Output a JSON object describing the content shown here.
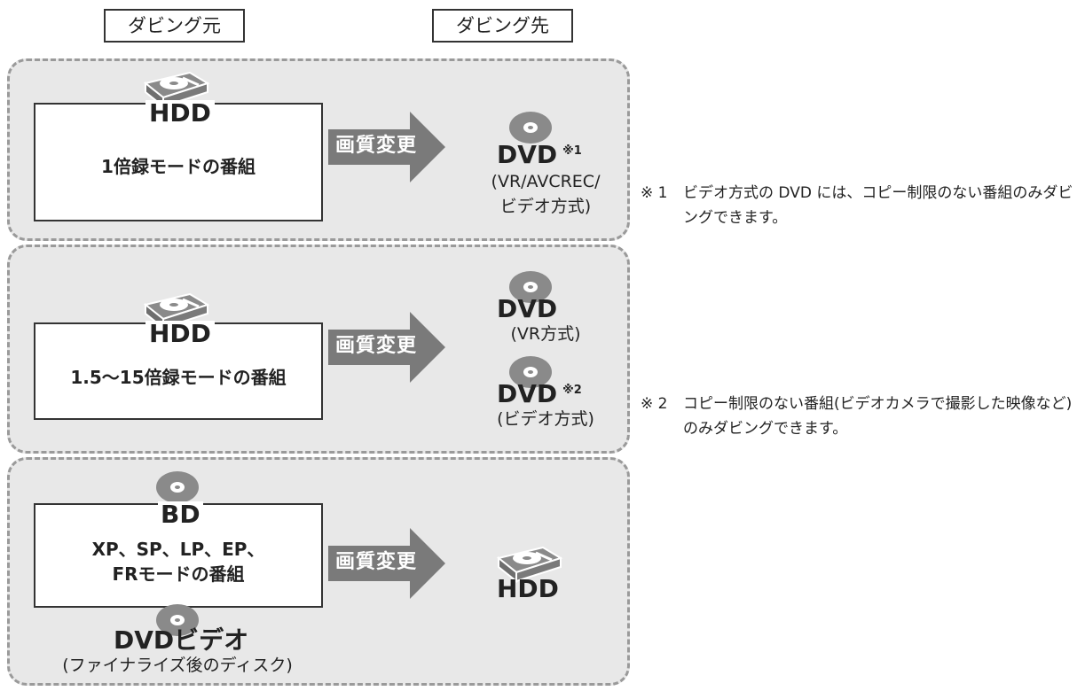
{
  "headers": {
    "source": "ダビング元",
    "destination": "ダビング先"
  },
  "arrow_label": "画質変更",
  "rows": [
    {
      "source_media": "HDD",
      "source_program": "1倍録モードの番組",
      "destinations": [
        {
          "media": "DVD",
          "note_mark": "※1",
          "format_line1": "(VR/AVCREC/",
          "format_line2": "ビデオ方式)"
        }
      ]
    },
    {
      "source_media": "HDD",
      "source_program": "1.5〜15倍録モードの番組",
      "destinations": [
        {
          "media": "DVD",
          "format": "(VR方式)"
        },
        {
          "media": "DVD",
          "note_mark": "※2",
          "format": "(ビデオ方式)"
        }
      ]
    },
    {
      "source_media": "BD",
      "source_program_line1": "XP、SP、LP、EP、",
      "source_program_line2": "FRモードの番組",
      "second_source_media": "DVDビデオ",
      "second_source_note": "(ファイナライズ後のディスク)",
      "destination_media": "HDD"
    }
  ],
  "notes": [
    {
      "mark": "※ 1",
      "text": "ビデオ方式の DVD には、コピー制限のない番組のみダビングできます。"
    },
    {
      "mark": "※ 2",
      "text": "コピー制限のない番組(ビデオカメラで撮影した映像など) のみダビングできます。"
    }
  ],
  "colors": {
    "panel_background": "#e8e8e8",
    "panel_border": "#9a9a9a",
    "arrow": "#7a7a7a",
    "disc": "#8a8a8a"
  },
  "icons": [
    "hdd-icon",
    "disc-icon",
    "arrow-right-icon"
  ]
}
